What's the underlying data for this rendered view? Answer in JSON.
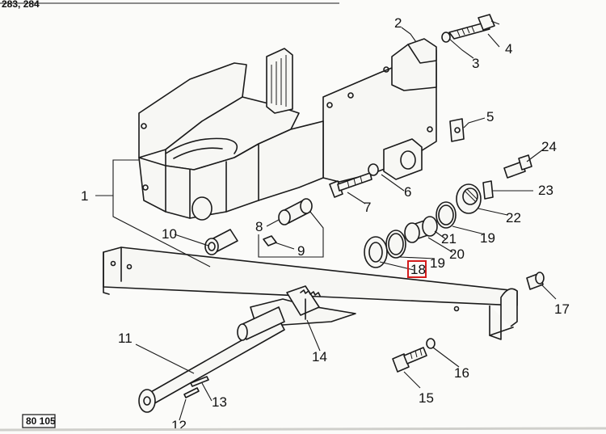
{
  "header": {
    "page_ref": "283, 284"
  },
  "labels": {
    "p1": "1",
    "p2": "2",
    "p3": "3",
    "p4": "4",
    "p5": "5",
    "p6": "6",
    "p7": "7",
    "p8": "8",
    "p9": "9",
    "p10": "10",
    "p11": "11",
    "p12": "12",
    "p13": "13",
    "p14": "14",
    "p15": "15",
    "p16": "16",
    "p17": "17",
    "p18": "18",
    "p19a": "19",
    "p19b": "19",
    "p20": "20",
    "p21": "21",
    "p22": "22",
    "p23": "23",
    "p24": "24"
  },
  "highlighted_part": "18",
  "highlight_color": "#d41b1b",
  "figure_code": "80 105"
}
